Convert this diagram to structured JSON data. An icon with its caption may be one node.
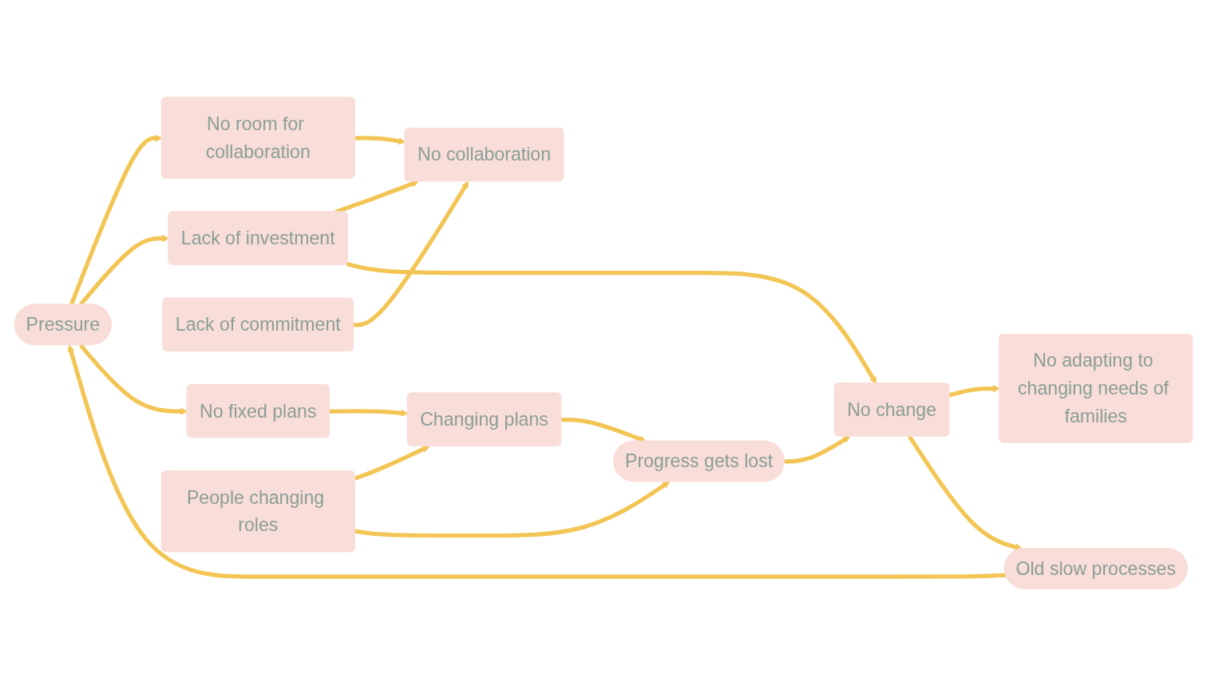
{
  "diagram": {
    "nodes": [
      {
        "text": [
          "Pressure"
        ]
      },
      {
        "text": [
          "No room for collaboration"
        ]
      },
      {
        "text": [
          "Lack of investment"
        ]
      },
      {
        "text": [
          "No collaboration"
        ]
      },
      {
        "text": [
          "Lack of commitment"
        ]
      },
      {
        "text": [
          "No fixed plans"
        ]
      },
      {
        "text": [
          "Changing plans"
        ]
      },
      {
        "text": [
          "People changing roles"
        ]
      },
      {
        "text": [
          "Progress gets lost"
        ]
      },
      {
        "text": [
          "No change"
        ]
      },
      {
        "text": [
          "No adapting to changing needs of families"
        ]
      },
      {
        "text": [
          "Old slow processes"
        ]
      }
    ],
    "edges": [
      {
        "from": 0,
        "to": 1,
        "arrow": "to"
      },
      {
        "from": 1,
        "to": 3,
        "arrow": "to"
      },
      {
        "from": 0,
        "to": 2,
        "arrow": "to"
      },
      {
        "from": 2,
        "to": 3,
        "arrow": "to"
      },
      {
        "from": 4,
        "to": 3,
        "arrow": "to"
      },
      {
        "from": 0,
        "to": 5,
        "arrow": "to"
      },
      {
        "from": 5,
        "to": 6,
        "arrow": "to"
      },
      {
        "from": 7,
        "to": 6,
        "arrow": "to"
      },
      {
        "from": 7,
        "to": 8,
        "arrow": "to"
      },
      {
        "from": 6,
        "to": 8,
        "arrow": "to"
      },
      {
        "from": 8,
        "to": 9,
        "arrow": "to"
      },
      {
        "from": 2,
        "to": 9,
        "arrow": "to"
      },
      {
        "from": 9,
        "to": 10,
        "arrow": "to"
      },
      {
        "from": 9,
        "to": 11,
        "arrow": "to"
      },
      {
        "from": 11,
        "to": 0,
        "arrow": "to"
      }
    ]
  }
}
